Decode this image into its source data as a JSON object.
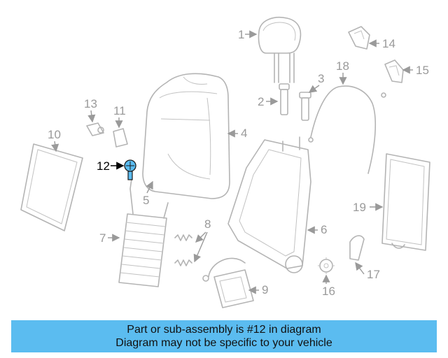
{
  "labels": {
    "p1": "1",
    "p2": "2",
    "p3": "3",
    "p4": "4",
    "p5": "5",
    "p6": "6",
    "p7": "7",
    "p8": "8",
    "p9": "9",
    "p10": "10",
    "p11": "11",
    "p12": "12",
    "p13": "13",
    "p14": "14",
    "p15": "15",
    "p16": "16",
    "p17": "17",
    "p18": "18",
    "p19": "19"
  },
  "highlight_part": "12",
  "colors": {
    "highlight": "#5bbcf0",
    "parts": "#b4b4b4",
    "labels": "#9a9a9a"
  },
  "banner": {
    "line1": "Part or sub-assembly is #12 in diagram",
    "line2": "Diagram may not be specific to your vehicle"
  }
}
